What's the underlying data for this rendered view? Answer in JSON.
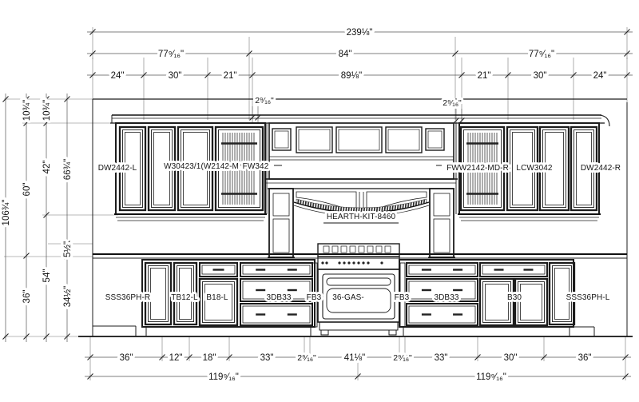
{
  "drawing": {
    "dims_top": {
      "overall": "239⅛\"",
      "row2": [
        "77⁹⁄₁₆\"",
        "84\"",
        "77⁹⁄₁₆\""
      ],
      "row3": [
        "24\"",
        "30\"",
        "21\"",
        "89⅛\"",
        "21\"",
        "30\"",
        "24\""
      ],
      "filler_left": "2⁹⁄₁₆\"",
      "filler_right": "2⁹⁄₁₆\""
    },
    "dims_left": {
      "overall": "106¾\"",
      "col2": [
        "10¾\"",
        "60\"",
        "36\""
      ],
      "col3": [
        "10¾\"",
        "42\"",
        "54\""
      ],
      "col4": [
        "66¾\"",
        "5½\"",
        "34½\""
      ]
    },
    "dims_bottom": {
      "row1": [
        "36\"",
        "12\"",
        "18\"",
        "33\"",
        "2⁹⁄₁₆\"",
        "41⅛\"",
        "2⁹⁄₁₆\"",
        "33\"",
        "30\"",
        "36\""
      ],
      "row2": [
        "119⁹⁄₁₆\"",
        "119⁹⁄₁₆\""
      ]
    },
    "labels": {
      "upper_left": "DW2442-L",
      "upper_left_group": "W30423/1(W2142-M",
      "upper_left_group2": "FW342",
      "hearth": "HEARTH-KIT-8460",
      "upper_right_group": "FWW2142-MD-R",
      "upper_right_group2": "LCW3042",
      "upper_right": "DW2442-R",
      "base_1": "SSS36PH-R",
      "base_2": "TB12-L",
      "base_3": "B18-L",
      "base_4": "3DB33",
      "base_5": "FB3",
      "base_6": "36-GAS-",
      "base_7": "FB3",
      "base_8": "3DB33",
      "base_9": "B30",
      "base_10": "SSS36PH-L"
    }
  }
}
